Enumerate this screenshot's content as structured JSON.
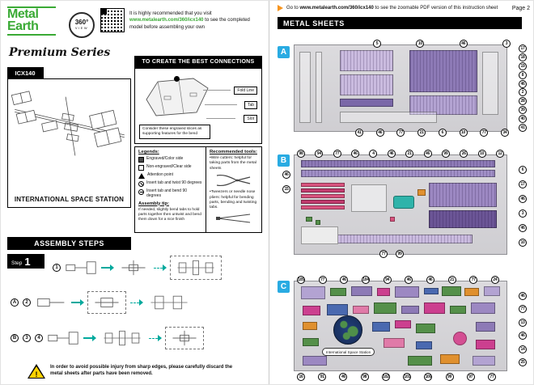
{
  "colors": {
    "brand_green": "#3aaa35",
    "sheet_label_blue": "#29abe2",
    "warning_yellow": "#ffd200",
    "arrow_teal": "#00a99d",
    "part_purple_light": "#cabbdf",
    "part_purple": "#8d7ab6",
    "part_purple_dark": "#6b5596",
    "part_pink": "#d9537f",
    "part_teal": "#2fb3aa",
    "part_green": "#55904a",
    "part_magenta": "#cc3f8f",
    "part_orange": "#e0902f",
    "part_blue": "#4a69b0"
  },
  "icons": {
    "exclamation": "!"
  },
  "left": {
    "logo_line1": "Metal",
    "logo_line2": "Earth",
    "badge_360": "360°",
    "badge_view": "VIEW",
    "visit_pre": "It is highly recommended that you visit",
    "visit_url": "www.metalearth.com/360/icx140",
    "visit_post": "to see the completed model before assembling your own",
    "series": "Premium Series",
    "model_code": "ICX140",
    "model_title": "INTERNATIONAL SPACE STATION",
    "connections": {
      "title": "TO CREATE THE BEST CONNECTIONS",
      "label_fold": "Fold Line",
      "label_tab": "Tab",
      "label_slot": "Slot",
      "note": "Consider these engraved slices as supporting features for the bend"
    },
    "legends_title": "Legends:",
    "legends": [
      {
        "label": "Engraved/Color side"
      },
      {
        "label": "Non-engraved/Clear side"
      },
      {
        "label": "Attention point"
      },
      {
        "label": "Insert tab and twist 90 degrees"
      },
      {
        "label": "Insert tab and bend 90 degrees"
      }
    ],
    "tools_title": "Recommended tools:",
    "tools": [
      {
        "label": "•Wire cutters: helpful for taking parts from the metal sheets"
      },
      {
        "label": "•Tweezers or needle nose pliers: helpful for bending parts, bending and twisting tabs."
      }
    ],
    "tip_title": "Assembly tip:",
    "tip_text": "If needed, slightly bend tabs to hold parts together then untwist and bend them down for a nice finish",
    "assembly_title": "ASSEMBLY STEPS",
    "step_word": "Step",
    "step_num": "1",
    "callouts": [
      "1",
      "2",
      "A",
      "B",
      "3",
      "4"
    ],
    "warning": "In order to avoid possible injury from sharp edges, please carefully discard the metal sheets after parts have been removed."
  },
  "right": {
    "goto_pre": "Go to",
    "goto_url": "www.metalearth.com/360/icx140",
    "goto_post": "to see the zoomable PDF version of this instruction sheet",
    "page_label": "Page 2",
    "section_title": "METAL SHEETS",
    "sheets": [
      {
        "label": "A",
        "numbers_top": [
          "5",
          "10",
          "46",
          "3"
        ],
        "numbers_right": [
          "17",
          "18",
          "19",
          "8",
          "46",
          "2",
          "28",
          "39",
          "40",
          "41"
        ],
        "numbers_bottom": [
          "41",
          "46",
          "77",
          "21",
          "6",
          "10",
          "77",
          "34"
        ],
        "numbers_left": []
      },
      {
        "label": "B",
        "numbers_top": [
          "98",
          "94",
          "77",
          "46",
          "4",
          "46",
          "21",
          "46",
          "99",
          "26",
          "10",
          "12"
        ],
        "numbers_right": [
          "6",
          "17",
          "46",
          "3",
          "46",
          "10"
        ],
        "numbers_bottom": [
          "77",
          "99"
        ],
        "numbers_left": [
          "46",
          "15"
        ]
      },
      {
        "label": "C",
        "numbers_top": [
          "105",
          "77",
          "46",
          "104",
          "94",
          "46",
          "46",
          "21",
          "77",
          "24"
        ],
        "numbers_right": [
          "46",
          "77",
          "13",
          "46",
          "14",
          "25"
        ],
        "numbers_bottom": [
          "16",
          "91",
          "46",
          "98",
          "102",
          "101",
          "100",
          "99",
          "97",
          "77"
        ],
        "numbers_left": [],
        "badge_text": "International Space Station"
      }
    ]
  }
}
